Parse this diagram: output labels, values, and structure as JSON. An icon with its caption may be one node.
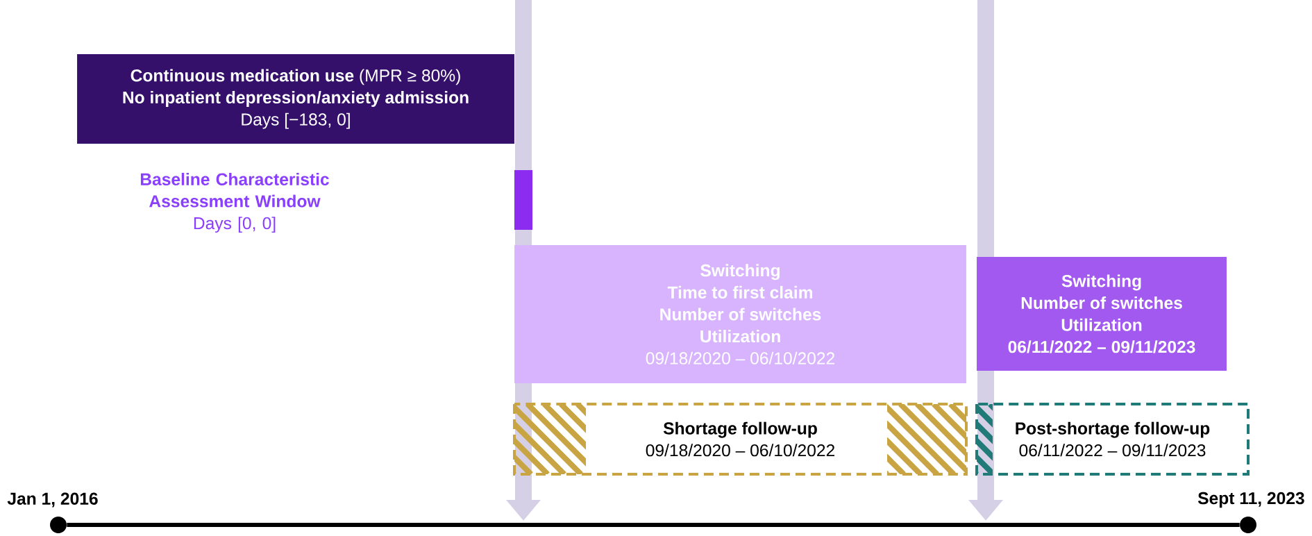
{
  "diagram": {
    "nodes": [
      {
        "text": [
          "**Continuous medication use** (MPR ≥ 80%)",
          "No inpatient depression/anxiety admission",
          "Days [−183, 0]"
        ]
      },
      {
        "text": [],
        "shape": "bar",
        "beside": [
          "Baseline Characteristic Assessment Window",
          "Days [0, 0]"
        ]
      },
      {
        "text": [
          "Switching",
          "Time to first claim",
          "Number of switches",
          "Utilization",
          "09/18/2020 – 06/10/2022"
        ]
      },
      {
        "text": [
          "Switching",
          "Number of switches",
          "Utilization",
          "06/11/2022 – 09/11/2023"
        ]
      },
      {
        "text": [
          "Shortage follow-up",
          "09/18/2020 – 06/10/2022"
        ]
      },
      {
        "text": [
          "Post-shortage follow-up",
          "06/11/2022 – 09/11/2023"
        ]
      },
      {
        "text": [],
        "shape": "circle",
        "beside": [
          "Jan 1, 2016"
        ]
      },
      {
        "text": [],
        "shape": "circle",
        "beside": [
          "Sept 11, 2023"
        ]
      }
    ],
    "edges": [
      {
        "from": 6,
        "to": 7,
        "arrow": "none"
      }
    ]
  }
}
